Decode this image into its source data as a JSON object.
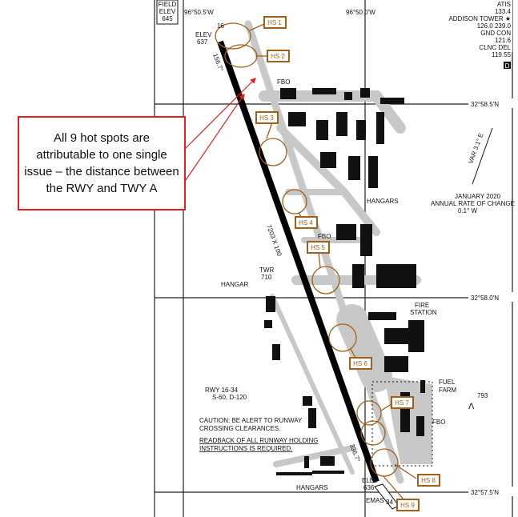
{
  "callout": {
    "text": "All 9 hot spots are attributable to one single issue – the distance between the RWY and TWY A"
  },
  "field_elev": {
    "label1": "FIELD",
    "label2": "ELEV",
    "value": "645"
  },
  "coords": {
    "lon_west": "96°50.5'W",
    "lon_east": "96°50.0'W",
    "lat_top": "32°58.5'N",
    "lat_mid": "32°58.0'N",
    "lat_bot": "32°57.5'N"
  },
  "freqs": [
    "ATIS",
    "133.4",
    "ADDISON TOWER ★",
    "126.0  239.0",
    "GND CON",
    "121.6",
    "CLNC DEL",
    "119.55"
  ],
  "d_badge": "D",
  "runway": {
    "elev_top": "ELEV",
    "elev_top_val": "637",
    "end_top": "16",
    "hdg_top": "156.7°",
    "dims": "7203 X 100",
    "elev_bot": "ELEV",
    "elev_bot_val": "636",
    "end_bot": "34",
    "hdg_bot": "336.7°",
    "emas": "EMAS",
    "info1": "RWY  16-34",
    "info2": "S-60, D-120"
  },
  "labels": {
    "fbo": "FBO",
    "fbo2": "FBO",
    "fbo3": "FBO",
    "hangars": "HANGARS",
    "hangars2": "HANGARS",
    "hangar": "HANGAR",
    "twr": "TWR",
    "twr_val": "710",
    "fire1": "FIRE",
    "fire2": "STATION",
    "fuel1": "FUEL",
    "fuel2": "FARM",
    "obst": "793",
    "var": "VAR 3.1° E",
    "rate1": "JANUARY 2020",
    "rate2": "ANNUAL RATE OF CHANGE",
    "rate3": "0.1° W"
  },
  "caution": {
    "line1": "CAUTION:  BE ALERT TO RUNWAY",
    "line2": "CROSSING CLEARANCES.",
    "line3": "READBACK OF ALL RUNWAY HOLDING",
    "line4": "INSTRUCTIONS IS REQUIRED."
  },
  "hotspots": [
    "HS 1",
    "HS 2",
    "HS 3",
    "HS 4",
    "HS 5",
    "HS 6",
    "HS 7",
    "HS 8",
    "HS 9"
  ],
  "colors": {
    "hotspot": "#a0601a",
    "callout": "#e0201c",
    "taxiway": "#c8c8c8"
  }
}
